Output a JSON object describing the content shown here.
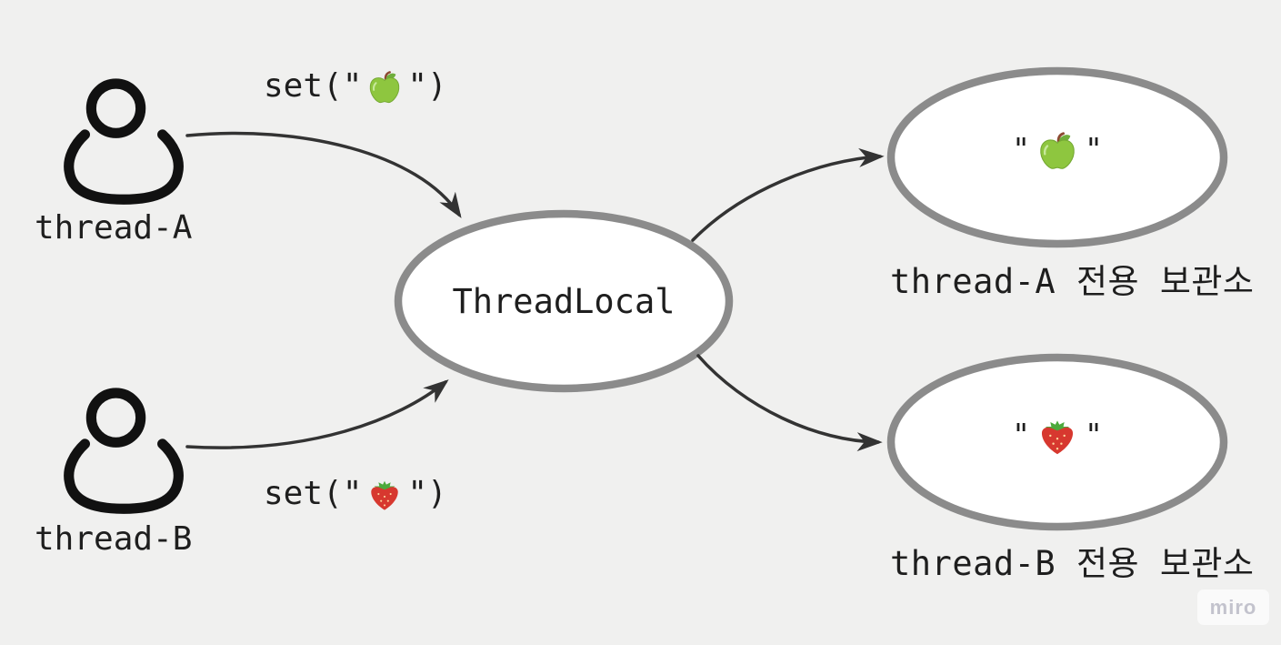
{
  "diagram": {
    "title_concept": "ThreadLocal per-thread storage",
    "colors": {
      "background": "#f0f0ef",
      "ellipse_border": "#8b8b8b",
      "ellipse_fill": "#ffffff",
      "arrow": "#333333",
      "text": "#1e1e1e",
      "watermark_text": "#c3c3cd"
    },
    "actors": [
      {
        "id": "thread-a",
        "label": "thread-A",
        "icon": "person-icon"
      },
      {
        "id": "thread-b",
        "label": "thread-B",
        "icon": "person-icon"
      }
    ],
    "center_node": {
      "label": "ThreadLocal",
      "shape": "ellipse"
    },
    "storages": [
      {
        "id": "storage-a",
        "quote_open": "\"",
        "emoji": "green-apple",
        "quote_close": "\"",
        "caption": "thread-A 전용 보관소"
      },
      {
        "id": "storage-b",
        "quote_open": "\"",
        "emoji": "strawberry",
        "quote_close": "\"",
        "caption": "thread-B 전용 보관소"
      }
    ],
    "edge_labels": [
      {
        "id": "set-a",
        "prefix": "set(\"",
        "emoji": "green-apple",
        "suffix": "\")"
      },
      {
        "id": "set-b",
        "prefix": "set(\"",
        "emoji": "strawberry",
        "suffix": "\")"
      }
    ],
    "edges": [
      {
        "from": "thread-a",
        "to": "threadlocal"
      },
      {
        "from": "thread-b",
        "to": "threadlocal"
      },
      {
        "from": "threadlocal",
        "to": "storage-a"
      },
      {
        "from": "threadlocal",
        "to": "storage-b"
      }
    ],
    "watermark": "miro"
  }
}
